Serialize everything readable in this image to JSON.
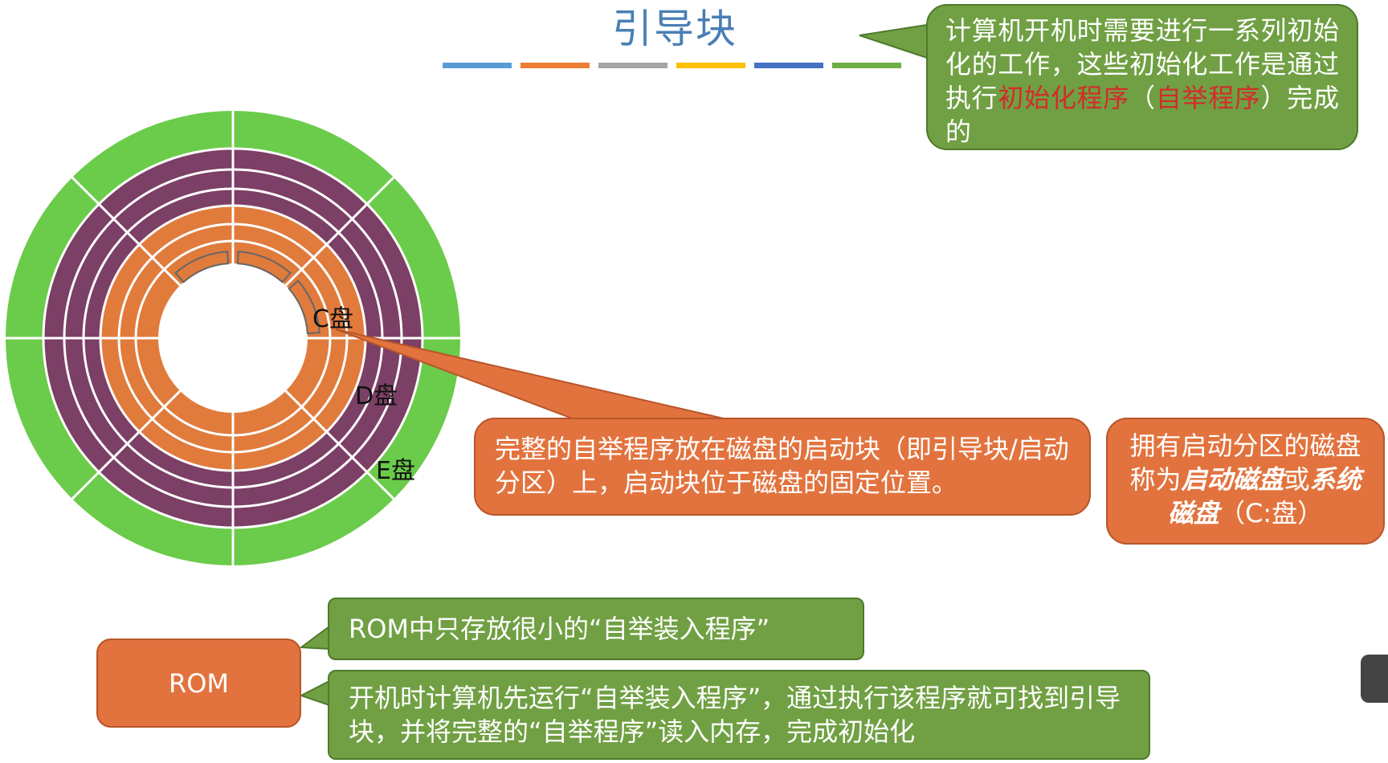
{
  "title": "引导块",
  "title_bar_colors": [
    "#5b9bd5",
    "#ed7d31",
    "#a5a5a5",
    "#ffc000",
    "#4472c4",
    "#70ad47"
  ],
  "disk": {
    "label_c": "C盘",
    "label_d": "D盘",
    "label_e": "E盘",
    "colors": {
      "outer": "#6bcb4a",
      "middle": "#7c3f65",
      "inner": "#e07b3c",
      "divider": "#ffffff"
    }
  },
  "callout_top": {
    "part1": "计算机开机时需要进行一系列初始化的工作，这些初始化工作是通过执行",
    "highlight1": "初始化程序",
    "part2": "（",
    "highlight2": "自举程序",
    "part3": "）完成的"
  },
  "callout_mid": "完整的自举程序放在磁盘的启动块（即引导块/启动分区）上，启动块位于磁盘的固定位置。",
  "callout_right": {
    "part1": "拥有启动分区的磁盘称为",
    "em1": "启动磁盘",
    "part2": "或",
    "em2": "系统磁盘",
    "part3": "（C:盘）"
  },
  "rom_label": "ROM",
  "rom_note1": "ROM中只存放很小的“自举装入程序”",
  "rom_note2": "开机时计算机先运行“自举装入程序”，通过执行该程序就可找到引导块，并将完整的“自举程序”读入内存，完成初始化",
  "colors": {
    "green": "#70a043",
    "orange": "#e2733e",
    "title": "#4a7fb5",
    "highlight": "#d32b2b"
  }
}
